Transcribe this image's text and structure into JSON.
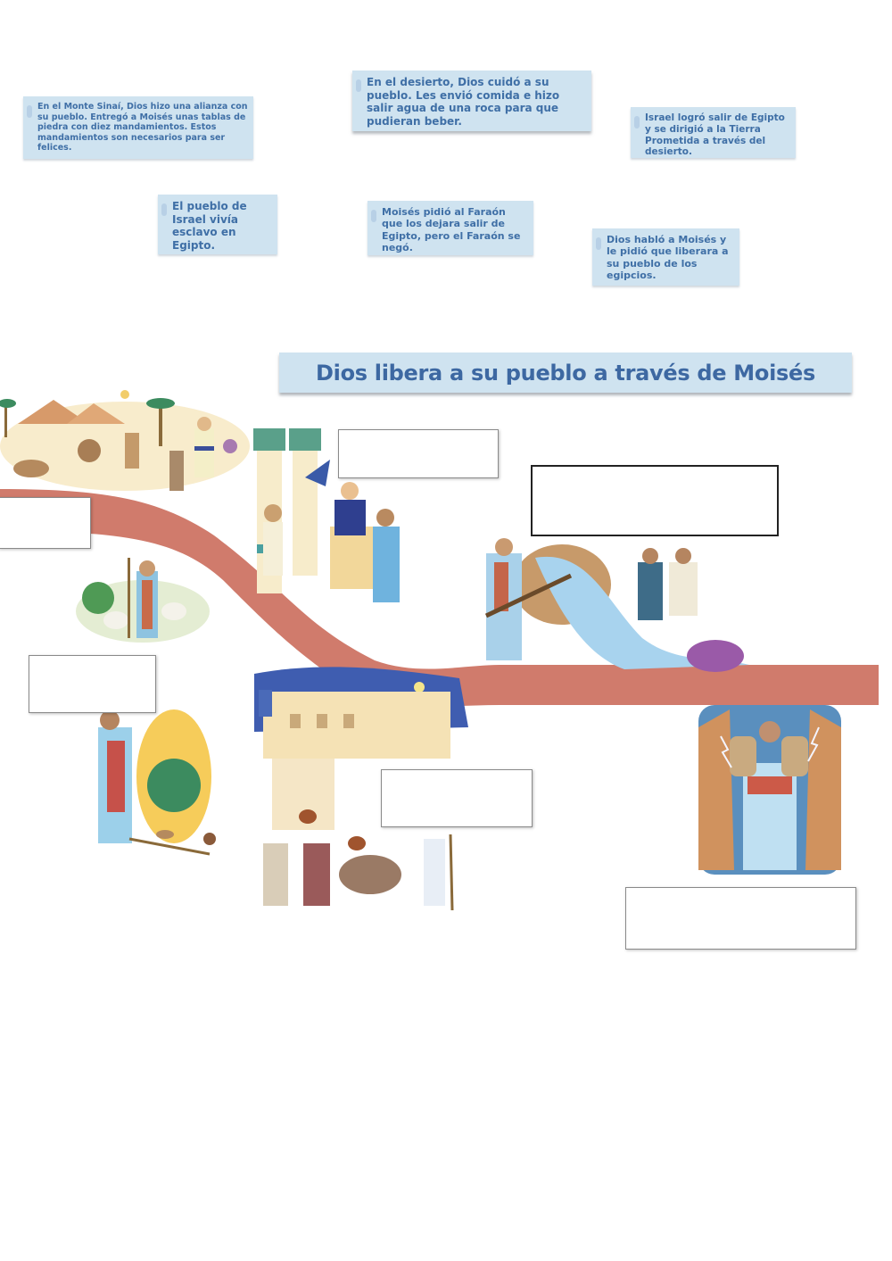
{
  "worksheet": {
    "title": "Dios libera a su pueblo a través de Moisés",
    "colors": {
      "card_bg": "#cfe3f0",
      "card_text": "#3f6fa6",
      "road": "#d07b6c",
      "dropbox_border": "#8a8a8a"
    }
  },
  "cards": [
    {
      "id": "monte-sinai",
      "text": "En el Monte Sinaí, Dios hizo una alianza con su pueblo. Entregó a Moisés unas tablas de piedra con diez mandamientos. Estos mandamientos son necesarios para ser felices."
    },
    {
      "id": "desierto",
      "text": "En el desierto, Dios cuidó a su pueblo. Les envió comida e hizo salir agua de una roca para que pudieran beber."
    },
    {
      "id": "salir-egipto",
      "text": "Israel logró salir de Egipto y se dirigió a la Tierra Prometida a través del desierto."
    },
    {
      "id": "esclavo",
      "text": "El pueblo de Israel vivía esclavo en Egipto."
    },
    {
      "id": "faraon",
      "text": "Moisés pidió al Faraón que los dejara salir de Egipto, pero el Faraón se negó."
    },
    {
      "id": "dios-hablo",
      "text": "Dios habló a Moisés y le pidió que liberara a su pueblo de los egipcios."
    }
  ],
  "dropzones": [
    {
      "id": "slot-1",
      "near": "slavery-scene"
    },
    {
      "id": "slot-2",
      "near": "pharaoh-scene"
    },
    {
      "id": "slot-3",
      "near": "water-from-rock-scene"
    },
    {
      "id": "slot-4",
      "near": "burning-bush-scene"
    },
    {
      "id": "slot-5",
      "near": "exodus-scene"
    },
    {
      "id": "slot-6",
      "near": "commandments-scene"
    }
  ],
  "illustrations": [
    {
      "id": "slavery-scene",
      "label": "Israelites working as slaves near the pyramids"
    },
    {
      "id": "shepherd-scene",
      "label": "Moses as a shepherd with sheep"
    },
    {
      "id": "pharaoh-scene",
      "label": "Moses before the Pharaoh"
    },
    {
      "id": "water-rock-scene",
      "label": "Moses striking the rock, water flows"
    },
    {
      "id": "burning-bush-scene",
      "label": "Moses at the burning bush"
    },
    {
      "id": "exodus-scene",
      "label": "People leaving Egypt at night"
    },
    {
      "id": "commandments-scene",
      "label": "Moses holding the tablets of the law"
    }
  ]
}
